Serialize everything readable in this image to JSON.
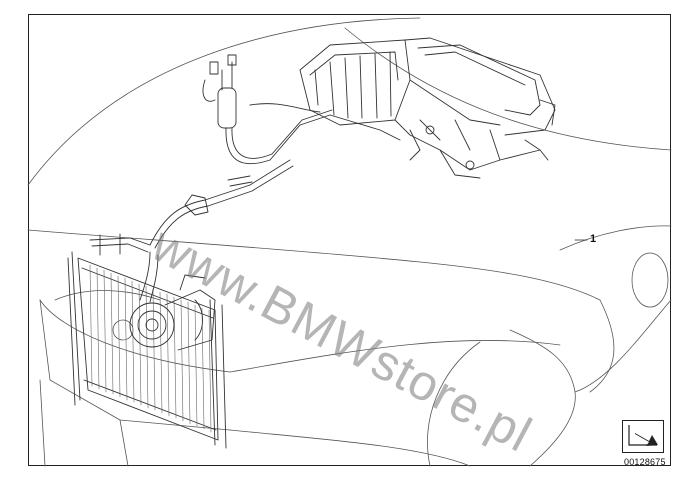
{
  "diagram": {
    "callout": "1",
    "part_number": "00128675",
    "watermark": "www.BMWstore.pl",
    "icons": {
      "nav": "arrow-nav-icon"
    }
  }
}
